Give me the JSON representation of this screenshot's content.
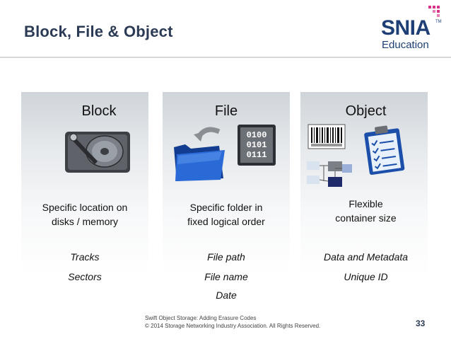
{
  "header": {
    "title": "Block, File & Object"
  },
  "logo": {
    "brand": "SNIA",
    "tm": "TM",
    "subtitle": "Education",
    "brand_color": "#1d3f76",
    "accent_color": "#d6338a"
  },
  "columns": [
    {
      "label": "Block",
      "icon": "hard-disk-icon",
      "description": [
        "Specific location on",
        "disks / memory"
      ],
      "items": [
        "Tracks",
        "Sectors"
      ]
    },
    {
      "label": "File",
      "icon": "folder-binary-icon",
      "binary_lines": [
        "0100",
        "0101",
        "0111"
      ],
      "description": [
        "Specific folder in",
        "fixed logical order"
      ],
      "items": [
        "File path",
        "File name",
        "Date"
      ]
    },
    {
      "label": "Object",
      "icon": "barcode-clipboard-icon",
      "description": [
        "Flexible",
        "container size"
      ],
      "items": [
        "Data and Metadata",
        "Unique ID"
      ]
    }
  ],
  "footer": {
    "line1": "Swift Object Storage:  Adding Erasure Codes",
    "line2": "© 2014 Storage Networking Industry Association. All Rights Reserved.",
    "page_number": "33"
  }
}
